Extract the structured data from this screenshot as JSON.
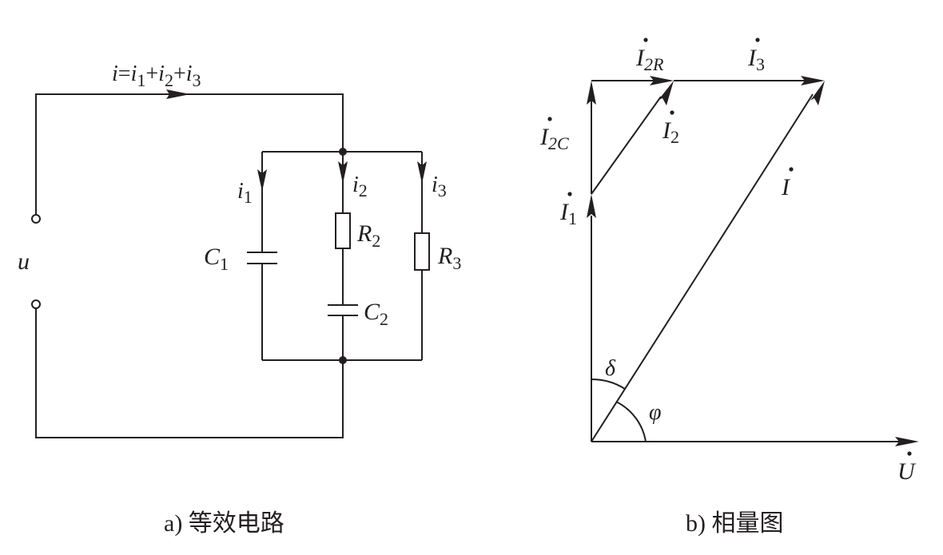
{
  "circuit": {
    "caption": "a) 等效电路",
    "total_current": [
      "i",
      "=",
      "i",
      "1",
      "+",
      "i",
      "2",
      "+",
      "i",
      "3"
    ],
    "voltage": "u",
    "branch1_current": {
      "main": "i",
      "sub": "1"
    },
    "branch2_current": {
      "main": "i",
      "sub": "2"
    },
    "branch3_current": {
      "main": "i",
      "sub": "3"
    },
    "c1": {
      "main": "C",
      "sub": "1"
    },
    "r2": {
      "main": "R",
      "sub": "2"
    },
    "c2": {
      "main": "C",
      "sub": "2"
    },
    "r3": {
      "main": "R",
      "sub": "3"
    }
  },
  "phasor": {
    "caption": "b) 相量图",
    "i2r": {
      "main": "I",
      "sub": "2R"
    },
    "i3": {
      "main": "I",
      "sub": "3"
    },
    "i2c": {
      "main": "I",
      "sub": "2C"
    },
    "i2": {
      "main": "I",
      "sub": "2"
    },
    "i1": {
      "main": "I",
      "sub": "1"
    },
    "i": {
      "main": "I"
    },
    "u": {
      "main": "U"
    },
    "delta": "δ",
    "phi": "φ"
  }
}
